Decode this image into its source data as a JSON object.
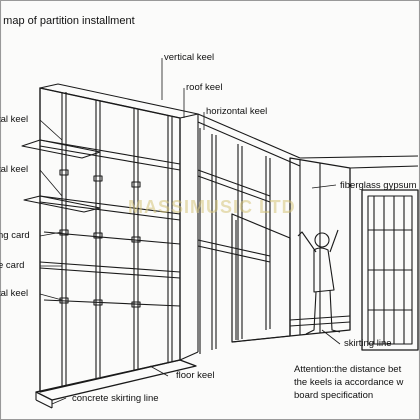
{
  "title": "h map of partition installment",
  "labels": {
    "vertical_keel": "vertical keel",
    "roof_keel": "roof keel",
    "horizontal_keel": "horizontal keel",
    "left_keel_1": "tal keel",
    "left_keel_2": "tal keel",
    "left_card_1": "ng card",
    "left_card_2": "e card",
    "left_keel_3": "tal keel",
    "fiberglass": "fiberglass gypsum",
    "skirting_line": "skirting line",
    "floor_keel": "floor keel",
    "concrete_skirting_line": "concrete skirting line"
  },
  "attention": {
    "line1": "Attention:the distance bet",
    "line2": "the keels ia accordance w",
    "line3": "board specification"
  },
  "watermark": "MASSIMUSIC LTD",
  "colors": {
    "line": "#1a1a1a",
    "watermark": "#d6c478"
  }
}
